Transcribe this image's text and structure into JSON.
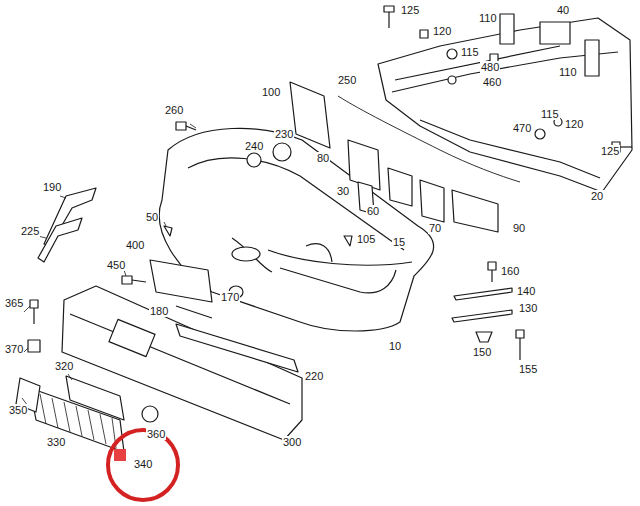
{
  "diagram": {
    "labels": [
      "125",
      "120",
      "110",
      "40",
      "115",
      "480",
      "460",
      "110",
      "100",
      "250",
      "470",
      "115",
      "120",
      "125",
      "260",
      "240",
      "230",
      "80",
      "20",
      "190",
      "30",
      "60",
      "70",
      "90",
      "50",
      "225",
      "105",
      "15",
      "400",
      "160",
      "450",
      "140",
      "130",
      "170",
      "365",
      "180",
      "10",
      "150",
      "370",
      "320",
      "155",
      "220",
      "350",
      "360",
      "330",
      "300",
      "340"
    ]
  }
}
